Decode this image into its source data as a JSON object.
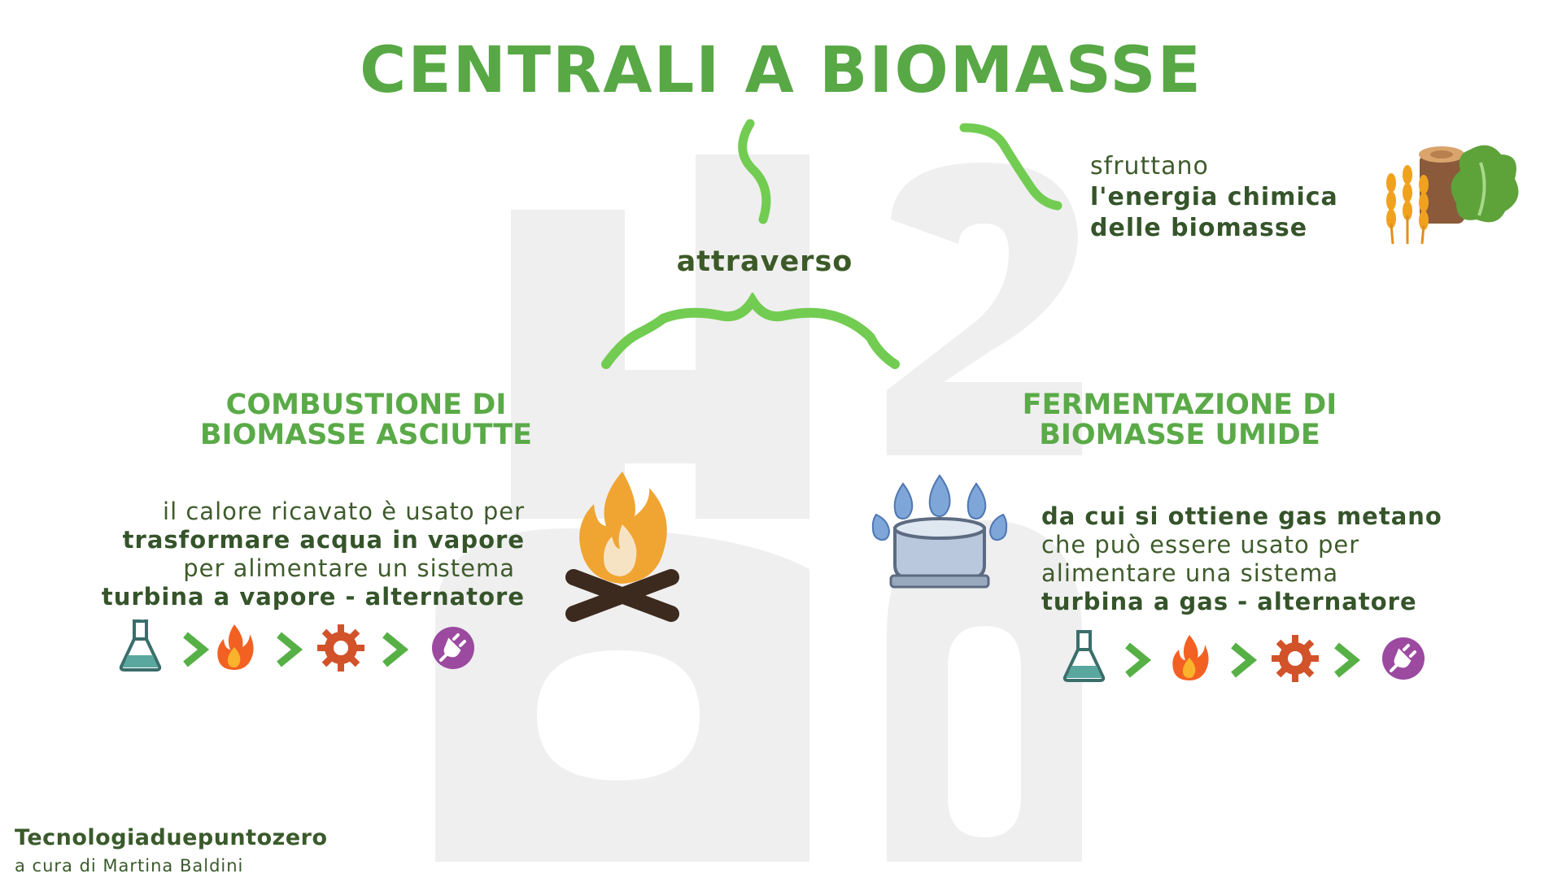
{
  "title": "CENTRALI A BIOMASSE",
  "watermark": [
    "H2",
    "O"
  ],
  "top_right": {
    "line1": "sfruttano",
    "line2": "l'energia chimica",
    "line3": "delle biomasse",
    "icon": "biomass-icon"
  },
  "connector_label": "attraverso",
  "left_branch": {
    "heading_line1": "COMBUSTIONE DI",
    "heading_line2": "BIOMASSE ASCIUTTE",
    "text_line1": "il calore ricavato è usato per",
    "text_line2": "trasformare  acqua in vapore",
    "text_line3": "per alimentare un sistema",
    "text_line4": "turbina a vapore - alternatore",
    "icon": "campfire-icon",
    "chain": [
      "flask-icon",
      "chevron-right-icon",
      "fire-icon",
      "chevron-right-icon",
      "gear-icon",
      "chevron-right-icon",
      "plug-icon"
    ]
  },
  "right_branch": {
    "heading_line1": "FERMENTAZIONE DI",
    "heading_line2": "BIOMASSE UMIDE",
    "text_line1": "da cui si ottiene gas metano",
    "text_line2": "che può essere usato per",
    "text_line3": "alimentare una sistema",
    "text_line4": "turbina a gas - alternatore",
    "icon": "gas-burner-icon",
    "chain": [
      "flask-icon",
      "chevron-right-icon",
      "fire-icon",
      "chevron-right-icon",
      "gear-icon",
      "chevron-right-icon",
      "plug-icon"
    ]
  },
  "footer": {
    "brand": "Tecnologiaduepuntozero",
    "credit": "a cura di Martina Baldini"
  },
  "colors": {
    "title_green": "#58a846",
    "dark_green": "#3c5a28",
    "squiggle_green": "#6fcf4f",
    "watermark_gray": "#efefef",
    "plug_purple": "#9b4aa0",
    "gear_orange": "#d2522a"
  }
}
